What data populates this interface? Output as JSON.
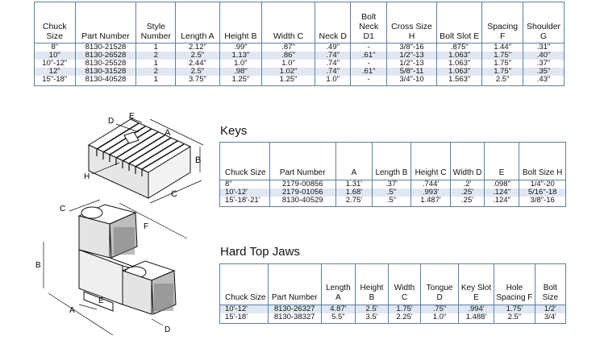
{
  "top_table": {
    "headers": [
      "Chuck Size",
      "Part Number",
      "Style Number",
      "Length A",
      "Height B",
      "Width C",
      "Neck D",
      "Bolt Neck D1",
      "Cross Size H",
      "Bolt Slot E",
      "Spacing F",
      "Shoulder G"
    ],
    "rows": [
      [
        "8\"",
        "8130-21528",
        "1",
        "2.12\"",
        ".99\"",
        ".87\"",
        ".49\"",
        "-",
        "3/8\"-16",
        ".875\"",
        "1.44\"",
        ".31\""
      ],
      [
        "10\"",
        "8130-26528",
        "2",
        "2.5\"",
        "1.13\"",
        ".86\"",
        ".74\"",
        ".61\"",
        "1/2\"-13",
        "1.063\"",
        "1.75\"",
        ".40\""
      ],
      [
        "10\"-12\"",
        "8130-25528",
        "1",
        "2.44\"",
        "1.0\"",
        "1.0\"",
        ".74\"",
        "-",
        "1/2\"-13",
        "1.063\"",
        "1.75\"",
        ".37\""
      ],
      [
        "12\"",
        "8130-31528",
        "2",
        "2.5\"",
        ".98\"",
        "1.02\"",
        ".74\"",
        ".61\"",
        "5/8\"-11",
        "1.063\"",
        "1.75\"",
        ".35\""
      ],
      [
        "15\"-18\"",
        "8130-40528",
        "1",
        "3.75\"",
        "1.25\"",
        "1.25\"",
        "1.0\"",
        "-",
        "3/4\"-10",
        "1.563\"",
        "2.5\"",
        ".43\""
      ]
    ]
  },
  "keys": {
    "title": "Keys",
    "headers": [
      "Chuck Size",
      "Part Number",
      "A",
      "Length B",
      "Height C",
      "Width D",
      "E",
      "Bolt Size H"
    ],
    "rows": [
      [
        "8\"",
        "2179-00856",
        "1.31'",
        ".37'",
        ".744'",
        ".2'",
        ".098\"",
        "1/4\"-20"
      ],
      [
        "10'-12'",
        "2179-01056",
        "1.68'",
        ".5\"",
        ".993'",
        ".25'",
        ".124\"",
        "5/16\"-18"
      ],
      [
        "15'-18'-21'",
        "8130-40529",
        "2.75'",
        ".5\"",
        "1.487'",
        ".25'",
        ".124\"",
        "3/8\"-16"
      ]
    ]
  },
  "hard_top_jaws": {
    "title": "Hard Top Jaws",
    "headers": [
      "Chuck Size",
      "Part Number",
      "Length A",
      "Height B",
      "Width C",
      "Tongue D",
      "Key Slot E",
      "Hole Spacing F",
      "Bolt Size"
    ],
    "rows": [
      [
        "10'-12'",
        "8130-26327",
        "4.87'",
        "2.5'",
        "1.75'",
        ".75\"",
        ".994'",
        "1.75'",
        "1/2'"
      ],
      [
        "15'-18'",
        "8130-38327",
        "5.5\"",
        "3.5'",
        "2.25'",
        "1.0\"",
        "1.488'",
        "2.5\"",
        "3/4'"
      ]
    ]
  },
  "drawing_labels": {
    "key": {
      "d": "D",
      "e": "E",
      "a": "A",
      "b": "B",
      "c": "C",
      "h": "H"
    },
    "jaw": {
      "c": "C",
      "f": "F",
      "b": "B",
      "a": "A",
      "e": "E",
      "d": "D"
    }
  }
}
